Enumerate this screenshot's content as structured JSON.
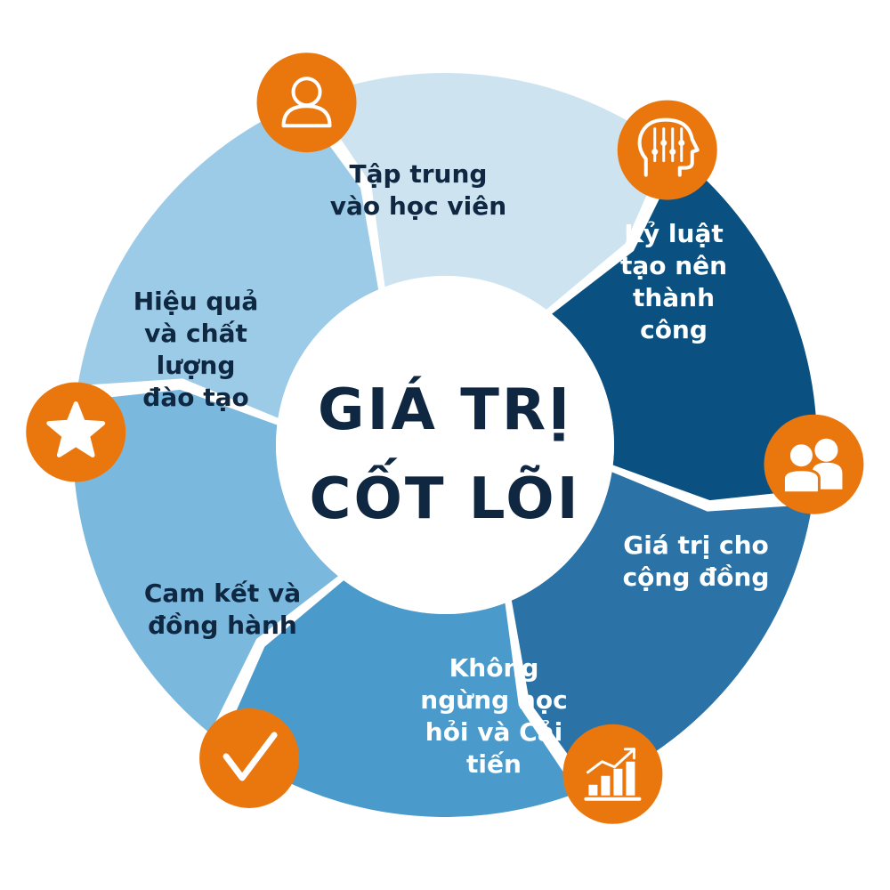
{
  "center": {
    "title_line1": "GIÁ TRỊ",
    "title_line2": "CỐT LÕI",
    "color": "#0f2740"
  },
  "colors": {
    "accent": "#e9770e",
    "icon_stroke": "#ffffff",
    "label_dark": "#0f2740",
    "label_light": "#ffffff"
  },
  "segments": [
    {
      "id": "tap-trung",
      "lines": [
        "Tập trung",
        "vào học viên"
      ],
      "color": "#cde4f0",
      "text_color": "#0f2740",
      "icon": "user-icon"
    },
    {
      "id": "ky-luat",
      "lines": [
        "Kỷ luật",
        "tạo nên",
        "thành",
        "công"
      ],
      "color": "#0a5080",
      "text_color": "#ffffff",
      "icon": "brain-circuit-icon"
    },
    {
      "id": "gia-tri",
      "lines": [
        "Giá trị cho",
        "cộng đồng"
      ],
      "color": "#2b72a6",
      "text_color": "#ffffff",
      "icon": "group-icon"
    },
    {
      "id": "khong-ngung",
      "lines": [
        "Không",
        "ngừng học",
        "hỏi và Cải",
        "tiến"
      ],
      "color": "#4a9bcc",
      "text_color": "#ffffff",
      "icon": "growth-chart-icon"
    },
    {
      "id": "cam-ket",
      "lines": [
        "Cam kết và",
        "đồng hành"
      ],
      "color": "#7bb8de",
      "text_color": "#0f2740",
      "icon": "checkmark-icon"
    },
    {
      "id": "hieu-qua",
      "lines": [
        "Hiệu quả",
        "và chất",
        "lượng",
        "đào tạo"
      ],
      "color": "#9ccbe8",
      "text_color": "#0f2740",
      "icon": "star-icon"
    }
  ]
}
